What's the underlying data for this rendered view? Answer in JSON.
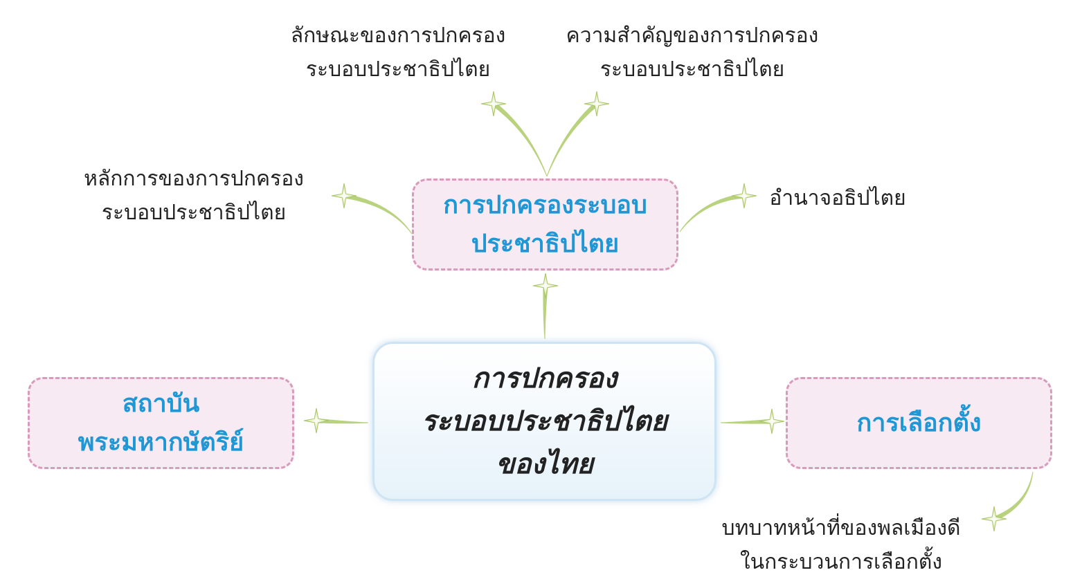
{
  "center": {
    "lines": [
      "การปกครอง",
      "ระบอบประชาธิปไตย",
      "ของไทย"
    ]
  },
  "nodes": {
    "democracy": {
      "lines": [
        "การปกครองระบอบ",
        "ประชาธิปไตย"
      ]
    },
    "monarchy": {
      "lines": [
        "สถาบัน",
        "พระมหากษัตริย์"
      ]
    },
    "election": {
      "lines": [
        "การเลือกตั้ง"
      ]
    }
  },
  "leaves": {
    "characteristics": {
      "lines": [
        "ลักษณะของการปกครอง",
        "ระบอบประชาธิปไตย"
      ]
    },
    "importance": {
      "lines": [
        "ความสำคัญของการปกครอง",
        "ระบอบประชาธิปไตย"
      ]
    },
    "principles": {
      "lines": [
        "หลักการของการปกครอง",
        "ระบอบประชาธิปไตย"
      ]
    },
    "sovereignty": {
      "lines": [
        "อำนาจอธิปไตย"
      ]
    },
    "citizen_role": {
      "lines": [
        "บทบาทหน้าที่ของพลเมืองดี",
        "ในกระบวนการเลือกตั้ง"
      ]
    }
  },
  "colors": {
    "connector": "#b9d27e",
    "node_fill": "#f7eaf3",
    "node_border": "#d99bbb",
    "node_text": "#1f97d4",
    "center_border": "#cfe4f3"
  },
  "icons": {
    "connector_end": "four-point-sparkle-icon"
  }
}
